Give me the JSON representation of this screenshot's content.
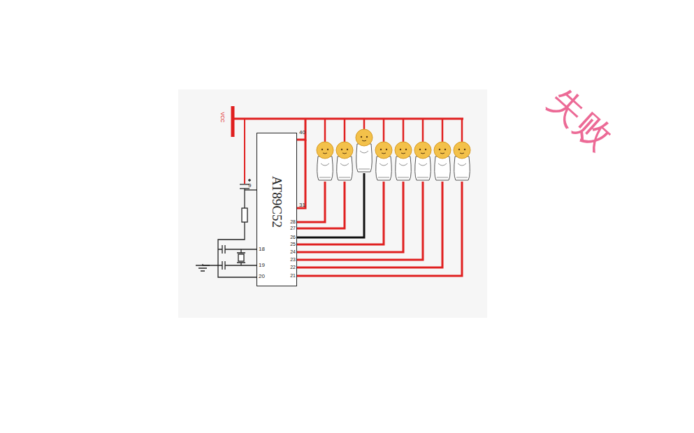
{
  "diagram": {
    "nodes": [
      {
        "text": [
          "AT89C52"
        ]
      }
    ],
    "labels": [
      "VCC",
      "40",
      "9",
      "31",
      "28",
      "27",
      "26",
      "25",
      "24",
      "23",
      "22",
      "21",
      "18",
      "19",
      "20",
      "失败"
    ]
  }
}
